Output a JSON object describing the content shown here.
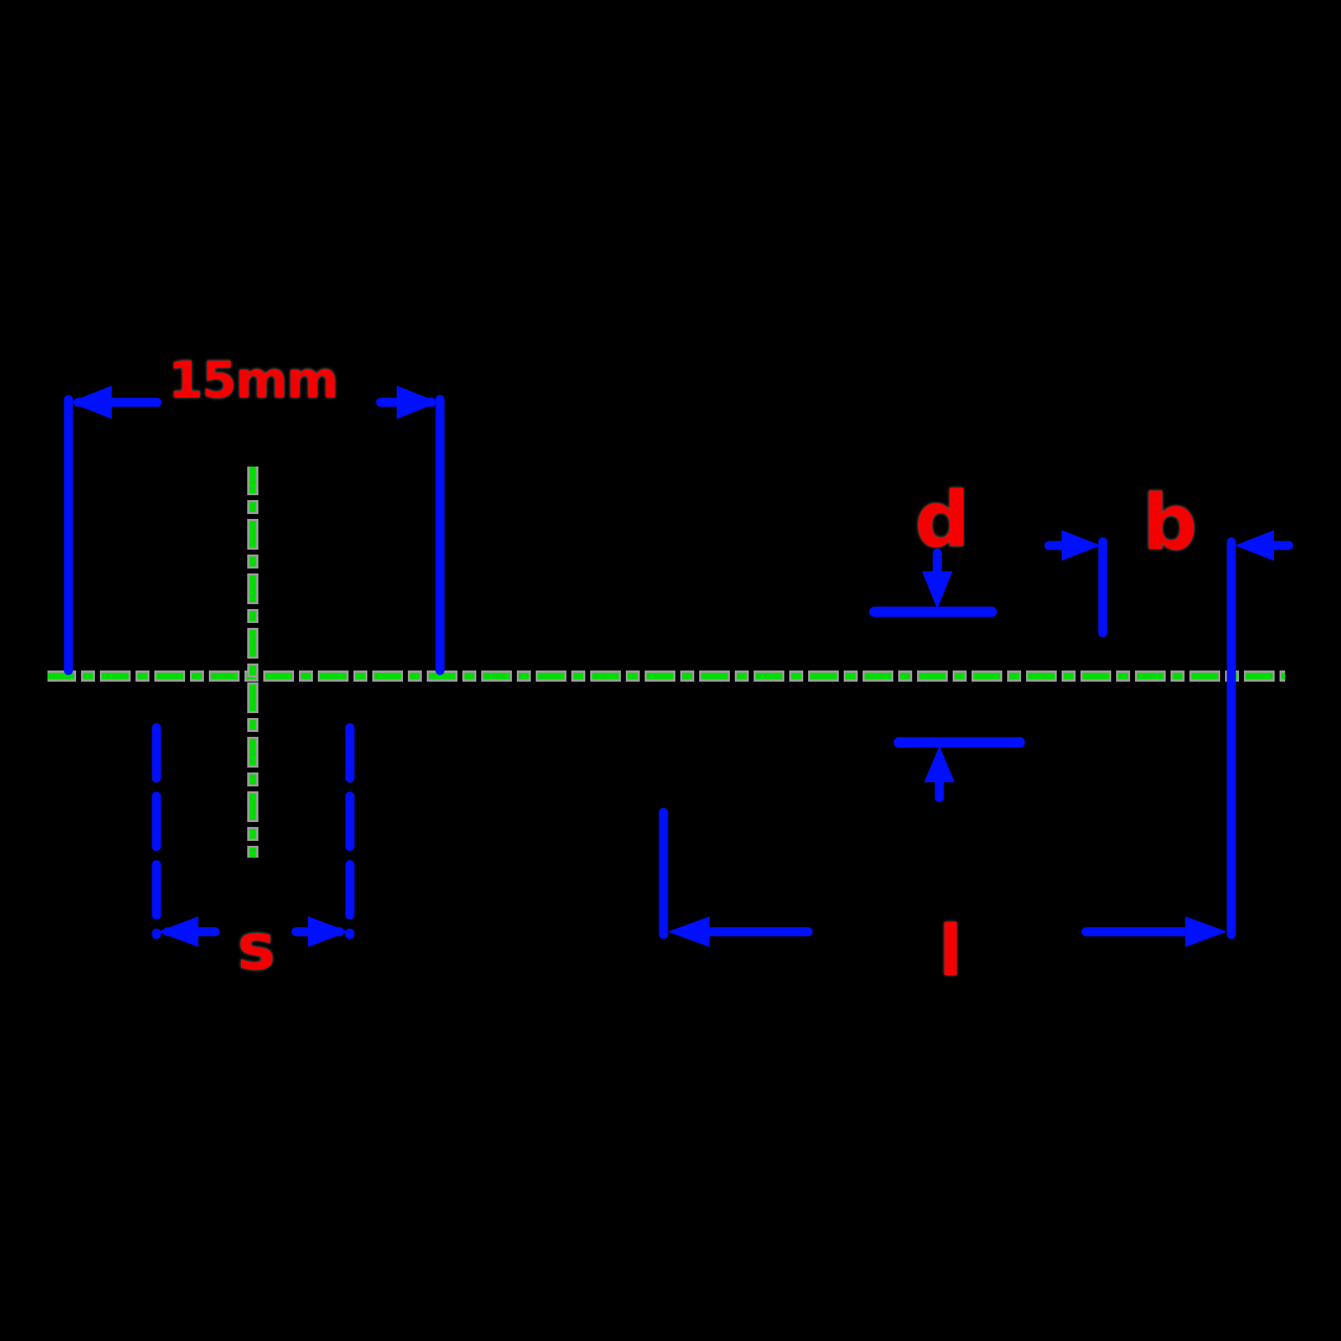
{
  "diagram": {
    "type": "screw-technical-dimension-drawing",
    "views": {
      "left": "head front view with crosshair centerlines",
      "right": "screw side view along horizontal axis centerline"
    },
    "labels": {
      "head_width": "15mm",
      "head_inner_width": "s",
      "shank_diameter": "d",
      "thread_length": "b",
      "total_length": "l"
    },
    "colors": {
      "bg": "#000000",
      "green": "#00dc00",
      "gray": "#9b9b9b",
      "blue": "#0010fa",
      "red": "#f40000"
    }
  }
}
